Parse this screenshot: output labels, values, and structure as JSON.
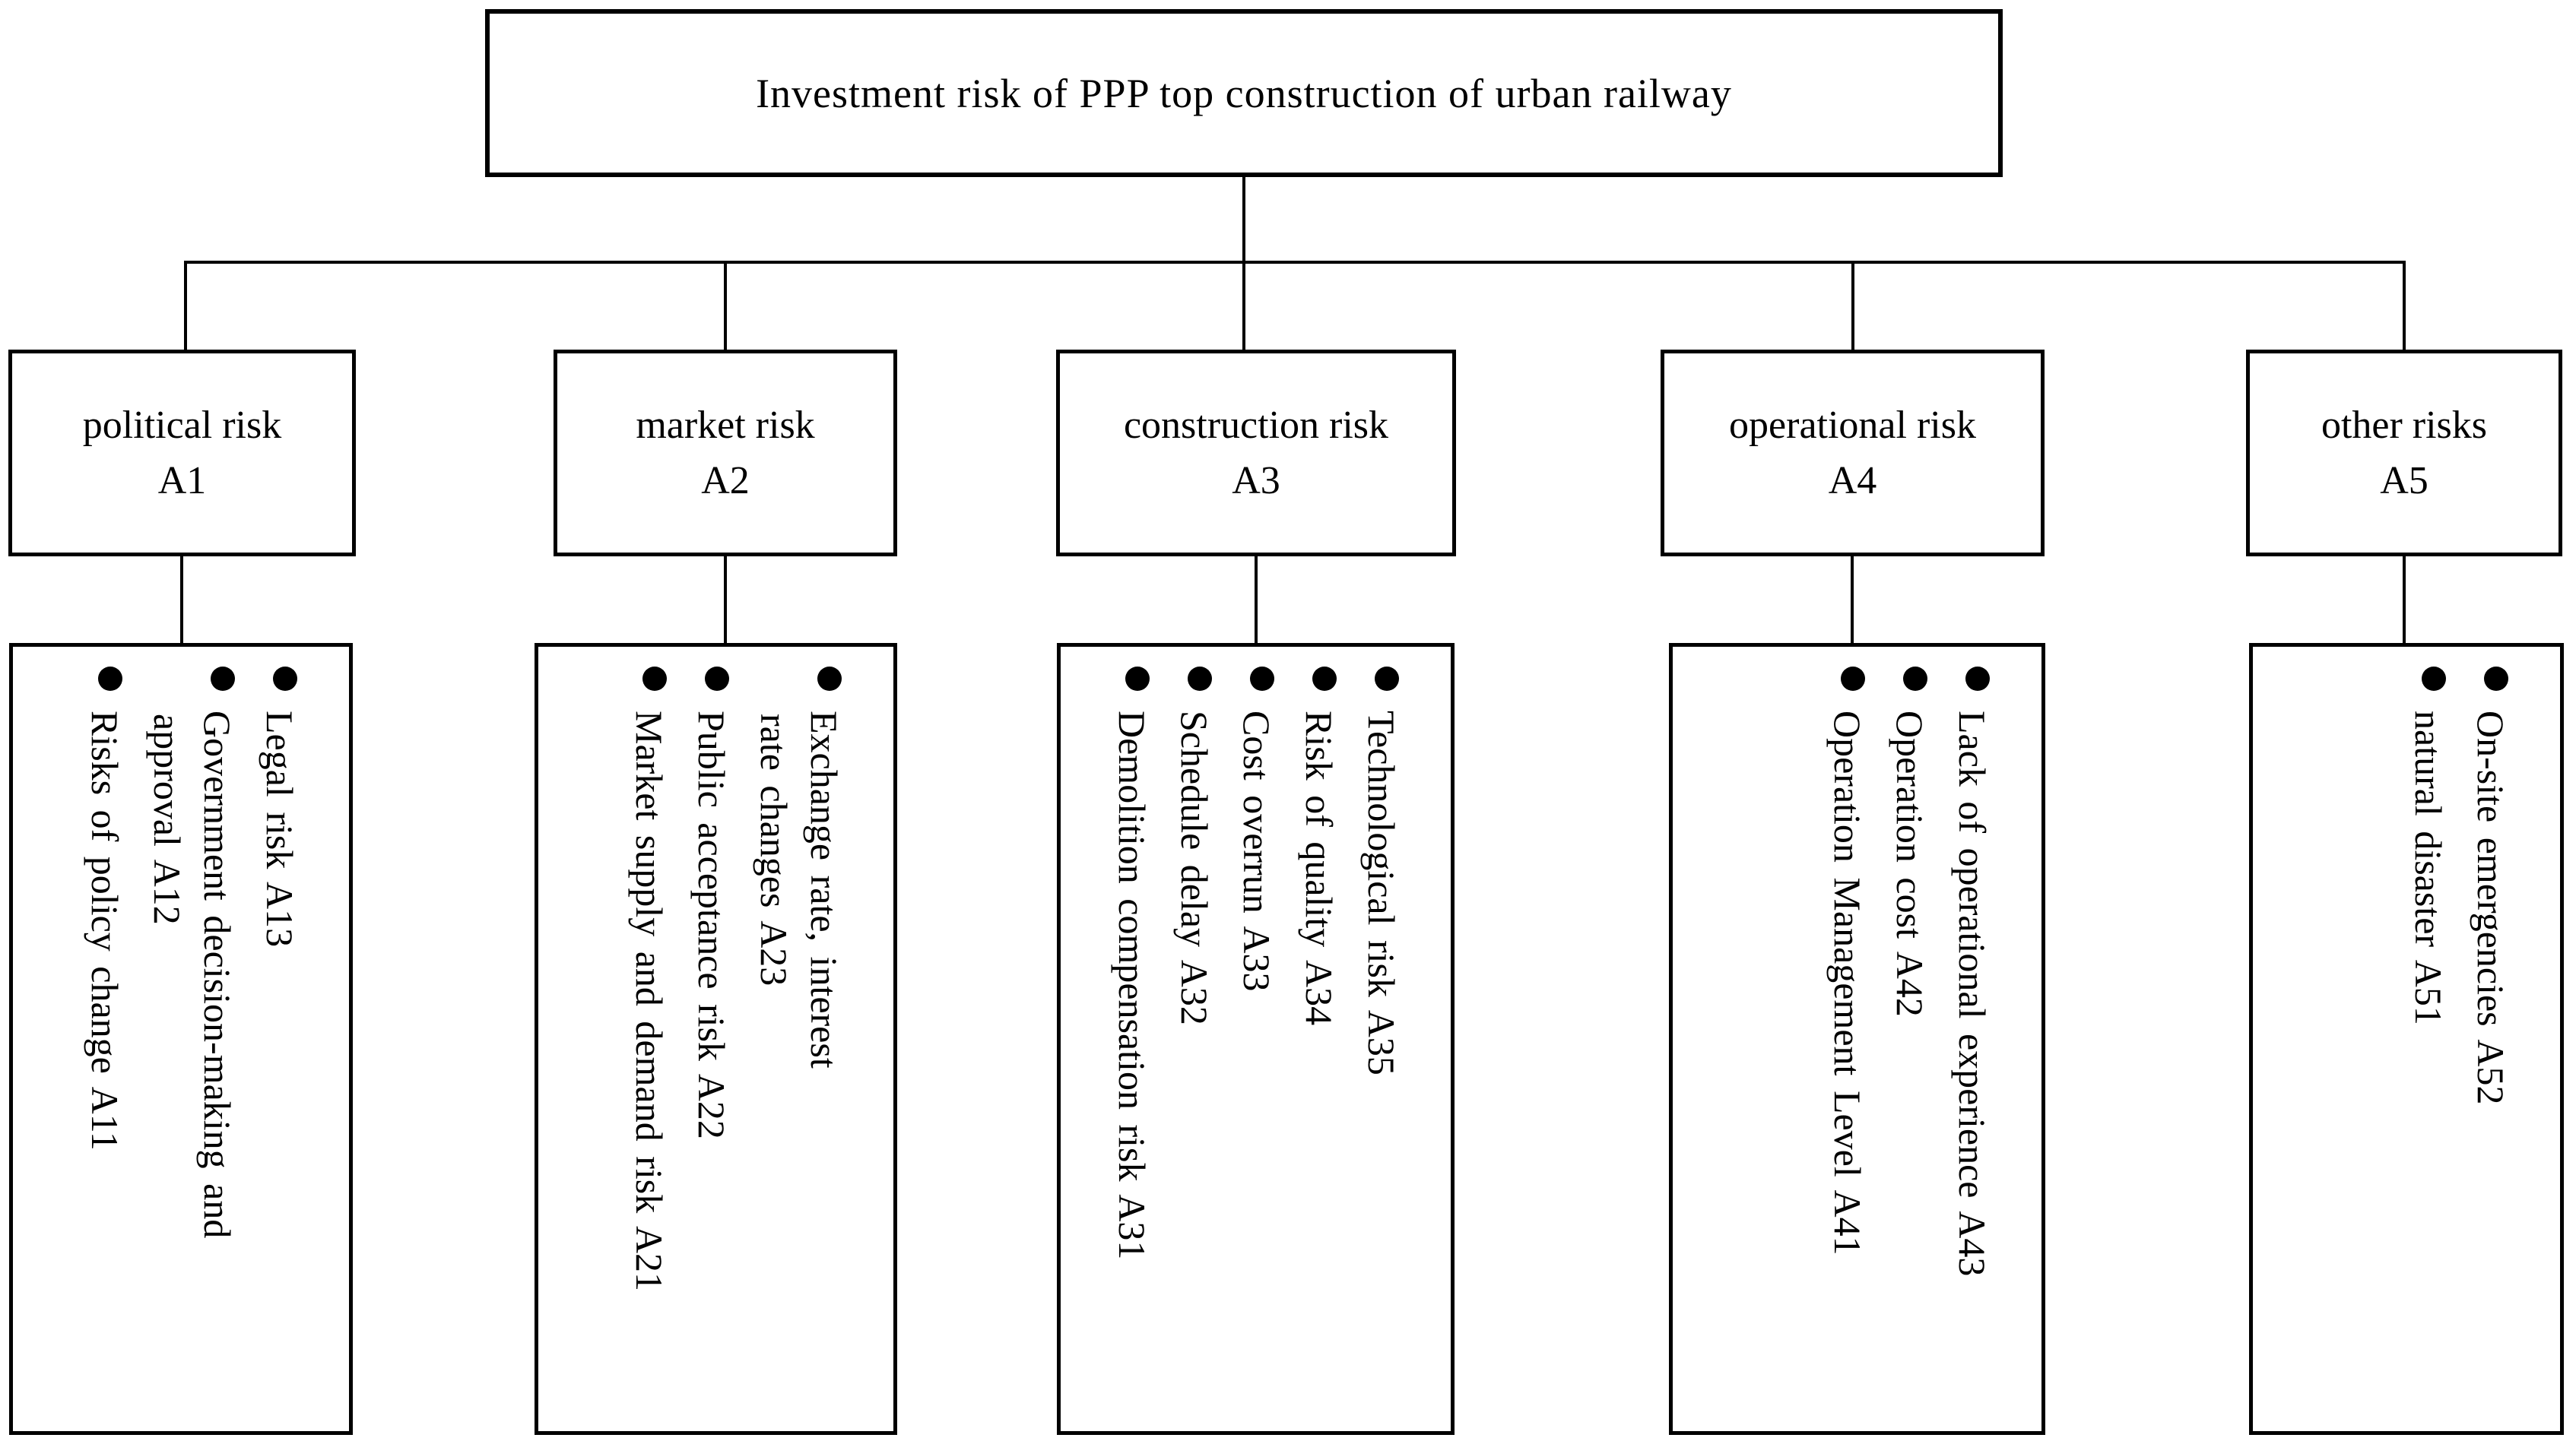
{
  "root": {
    "title": "Investment risk of PPP top construction of urban railway"
  },
  "categories": [
    {
      "name": "political risk",
      "code": "A1",
      "items": [
        {
          "lines": [
            "Legal risk A13"
          ]
        },
        {
          "lines": [
            "Government decision-making and",
            "approval A12"
          ]
        },
        {
          "lines": [
            "Risks of policy change A11"
          ]
        }
      ]
    },
    {
      "name": "market risk",
      "code": "A2",
      "items": [
        {
          "lines": [
            "Exchange rate, interest",
            "rate changes A23"
          ]
        },
        {
          "lines": [
            "Public acceptance risk A22"
          ]
        },
        {
          "lines": [
            "Market supply and demand risk A21"
          ]
        }
      ]
    },
    {
      "name": "construction risk",
      "code": "A3",
      "items": [
        {
          "lines": [
            "Technological risk A35"
          ]
        },
        {
          "lines": [
            "Risk of quality A34"
          ]
        },
        {
          "lines": [
            "Cost overrun A33"
          ]
        },
        {
          "lines": [
            "Schedule delay A32"
          ]
        },
        {
          "lines": [
            "Demolition compensation risk A31"
          ]
        }
      ]
    },
    {
      "name": "operational risk",
      "code": "A4",
      "items": [
        {
          "lines": [
            "Lack of operational experience A43"
          ]
        },
        {
          "lines": [
            "Operation cost A42"
          ]
        },
        {
          "lines": [
            "Operation Management Level A41"
          ]
        }
      ]
    },
    {
      "name": "other risks",
      "code": "A5",
      "items": [
        {
          "lines": [
            "On-site emergencies A52"
          ]
        },
        {
          "lines": [
            "natural disaster A51"
          ]
        }
      ]
    }
  ],
  "colors": {
    "line": "#000000",
    "background": "#ffffff",
    "text": "#000000"
  }
}
